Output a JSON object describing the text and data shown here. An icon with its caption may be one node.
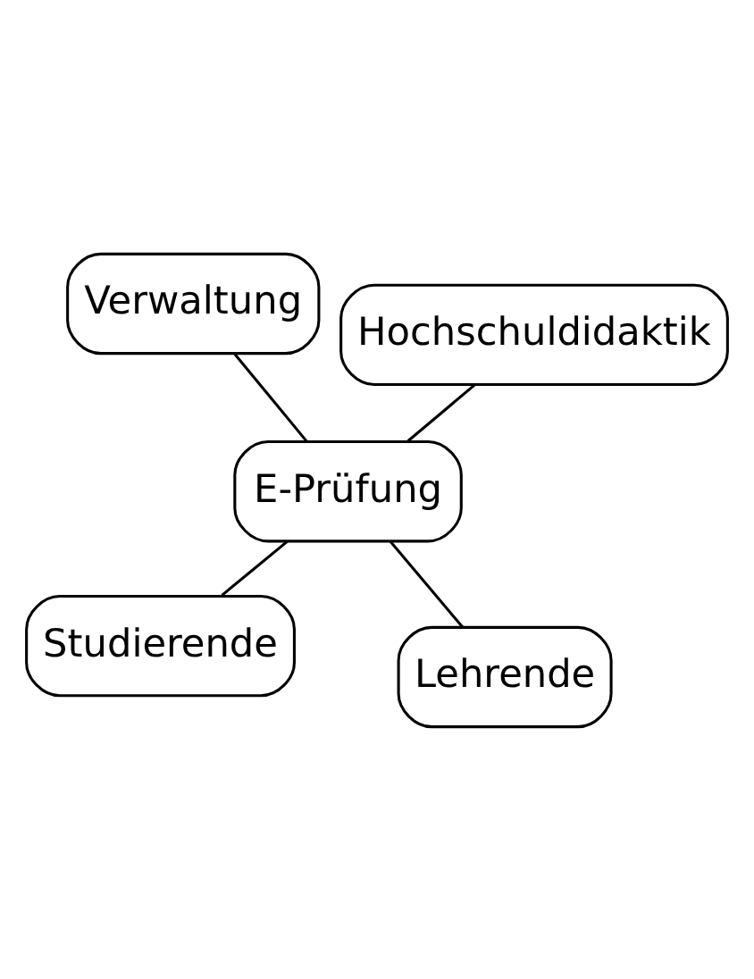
{
  "diagram": {
    "nodes": [
      {
        "text": [
          "Studierende"
        ]
      },
      {
        "text": [
          "Lehrende"
        ]
      },
      {
        "text": [
          "E-Prüfung"
        ]
      },
      {
        "text": [
          "Verwaltung"
        ]
      },
      {
        "text": [
          "Hochschuldidaktik"
        ]
      }
    ],
    "edges": [
      {
        "from": 2,
        "to": 0,
        "arrow": "none"
      },
      {
        "from": 2,
        "to": 1,
        "arrow": "none"
      },
      {
        "from": 2,
        "to": 3,
        "arrow": "none"
      },
      {
        "from": 2,
        "to": 4,
        "arrow": "none"
      }
    ]
  }
}
